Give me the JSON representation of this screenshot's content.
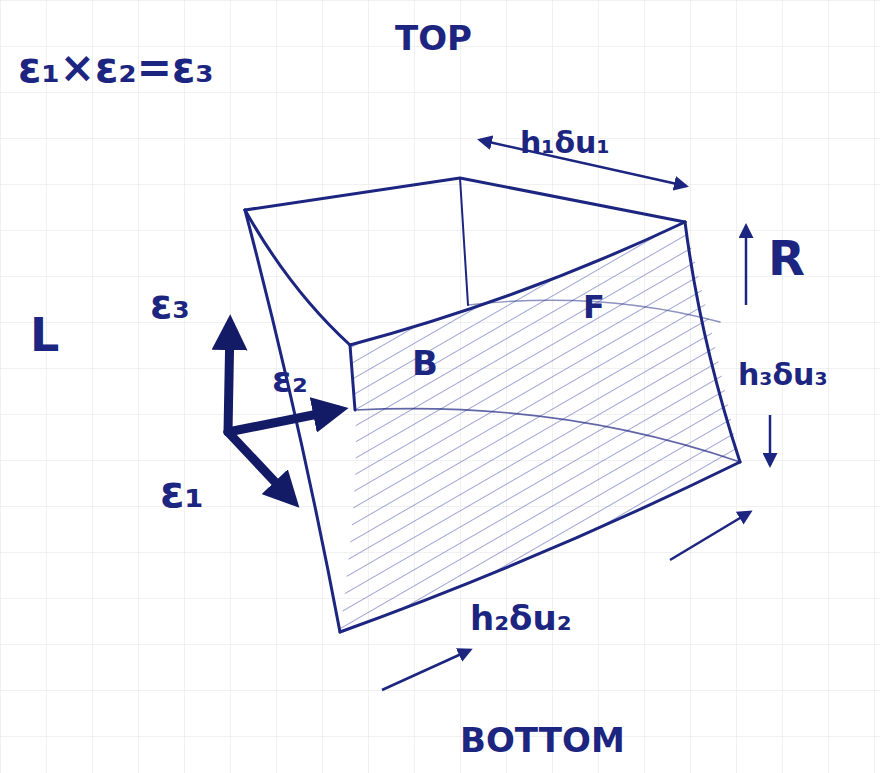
{
  "diagram": {
    "labels": [
      "TOP",
      "ε₁×ε₂=ε₃",
      "h₁δu₁",
      "R",
      "L",
      "ε₃",
      "ε₂",
      "F",
      "B",
      "h₃δu₃",
      "ε₁",
      "h₂δu₂",
      "BOTTOM"
    ]
  }
}
